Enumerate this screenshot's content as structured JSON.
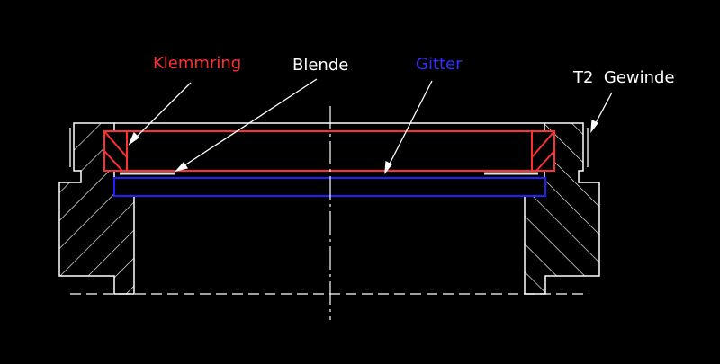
{
  "labels": {
    "klemmring": "Klemmring",
    "blende": "Blende",
    "gitter": "Gitter",
    "t2_gewinde": "T2  Gewinde"
  },
  "colors": {
    "background": "#000000",
    "outline": "#ffffff",
    "klemmring": "#ff3030",
    "gitter": "#2020ff",
    "blende": "#e0e0e0"
  }
}
